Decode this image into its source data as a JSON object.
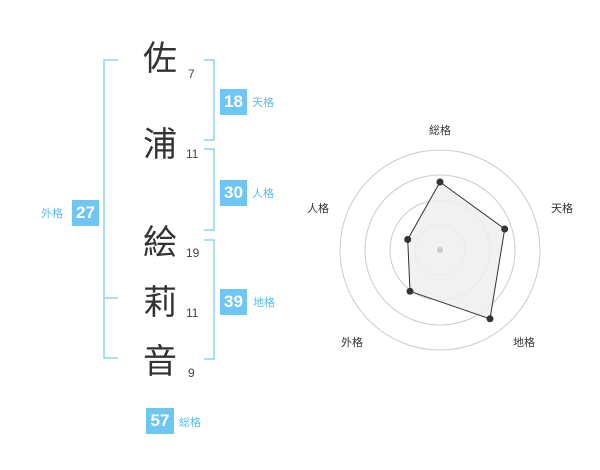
{
  "name": {
    "characters": [
      {
        "char": "佐",
        "strokes": "7"
      },
      {
        "char": "浦",
        "strokes": "11"
      },
      {
        "char": "絵",
        "strokes": "19"
      },
      {
        "char": "莉",
        "strokes": "11"
      },
      {
        "char": "音",
        "strokes": "9"
      }
    ]
  },
  "fortunes": {
    "tenkaku": {
      "value": "18",
      "label": "天格"
    },
    "jinkaku": {
      "value": "30",
      "label": "人格"
    },
    "chikaku": {
      "value": "39",
      "label": "地格"
    },
    "gaikaku": {
      "value": "27",
      "label": "外格"
    },
    "soukaku": {
      "value": "57",
      "label": "総格"
    }
  },
  "colors": {
    "accent": "#6ec6f5",
    "bracket": "#8fd0f5",
    "polygon_fill": "#efefef",
    "polygon_stroke": "#333333",
    "ring": "#cccccc"
  },
  "chart_data": {
    "type": "radar",
    "axes": [
      "総格",
      "天格",
      "地格",
      "外格",
      "人格"
    ],
    "series": [
      {
        "values": [
          4,
          4,
          5,
          3,
          2
        ]
      }
    ],
    "max": 5,
    "rings": 4
  }
}
